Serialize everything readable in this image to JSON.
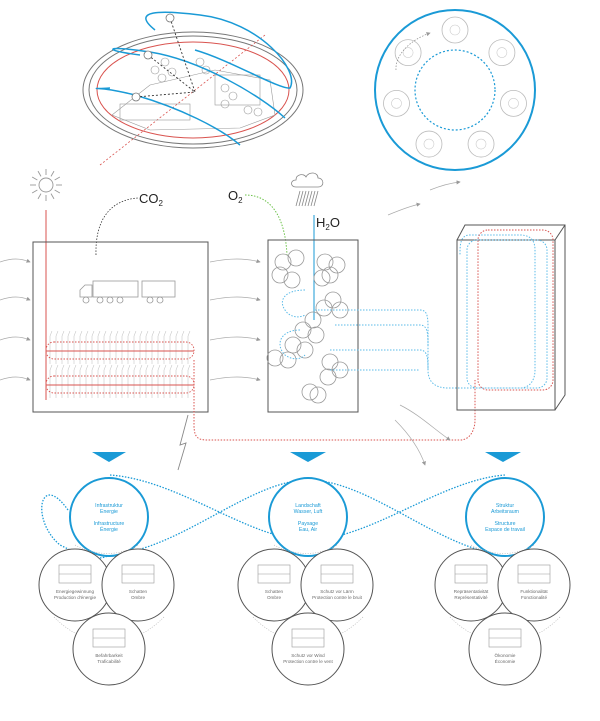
{
  "colors": {
    "accent_blue": "#1a9ad6",
    "light_blue": "#5bbbe8",
    "red": "#d9534f",
    "green": "#6cc24a",
    "line_gray": "#7a7a7a",
    "light_gray": "#b5b5b5"
  },
  "chemistry": {
    "co2": {
      "base": "CO",
      "sub": "2"
    },
    "o2": {
      "base": "O",
      "sub": "2"
    },
    "h2o": {
      "base": "H",
      "sub": "2",
      "rest": "O"
    }
  },
  "icons": {
    "sun": "sun-icon",
    "cloud": "rain-cloud-icon",
    "truck": "truck-icon",
    "lightning": "lightning-bolt-icon",
    "tree": "tree-cluster-icon",
    "building": "building-box-icon",
    "parliament": "parliament-building-icon"
  },
  "cycle_ring": {
    "items": [
      {
        "icon": "parliament-building-icon"
      },
      {
        "icon": "coins-icon"
      },
      {
        "icon": "worker-hand-icon"
      },
      {
        "icon": "water-drops-icon"
      },
      {
        "icon": "coins-stack-icon"
      },
      {
        "icon": "plug-icon"
      },
      {
        "icon": "money-stacks-icon"
      }
    ]
  },
  "pillars": [
    {
      "title_de_1": "Infrastruktur",
      "title_de_2": "Energie",
      "title_fr_1": "Infrastructure",
      "title_fr_2": "Énergie",
      "subs": [
        {
          "de": "Energiegewinnung",
          "fr": "Production d'énergie",
          "icon": "solar-panels-cars-icon"
        },
        {
          "de": "Schatten",
          "fr": "Ombre",
          "icon": "canopy-shade-icon"
        },
        {
          "de": "Befahrbarkeit",
          "fr": "Traficabilité",
          "icon": "vehicle-path-icon"
        }
      ]
    },
    {
      "title_de_1": "Landschaft",
      "title_de_2": "Wasser, Luft",
      "title_fr_1": "Paysage",
      "title_fr_2": "Eau, Air",
      "subs": [
        {
          "de": "Schatten",
          "fr": "Ombre",
          "icon": "trees-sun-shade-icon"
        },
        {
          "de": "Schutz vor Lärm",
          "fr": "Protection contre le bruit",
          "icon": "noise-barrier-icon"
        },
        {
          "de": "Schutz vor Wind",
          "fr": "Protection contre le vent",
          "icon": "wind-barrier-icon"
        }
      ]
    },
    {
      "title_de_1": "Struktur",
      "title_de_2": "Arbeitsraum",
      "title_fr_1": "Structure",
      "title_fr_2": "Espace de travail",
      "subs": [
        {
          "de": "Repräsentativität",
          "fr": "Représentativité",
          "icon": "building-section-icon"
        },
        {
          "de": "Funktionalität",
          "fr": "Fonctionalité",
          "icon": "floor-plan-icon"
        },
        {
          "de": "Ökonomie",
          "fr": "Économie",
          "icon": "grid-plan-icon"
        }
      ]
    }
  ]
}
